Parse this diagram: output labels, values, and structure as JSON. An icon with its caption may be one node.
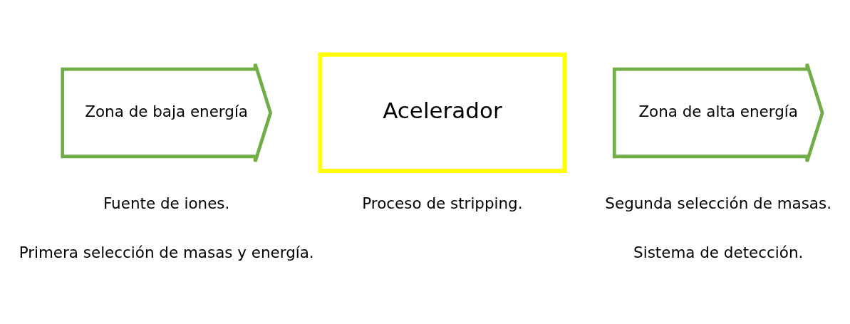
{
  "diagram": {
    "nodes": [
      {
        "text": [
          "Zona de baja energía"
        ],
        "beside": [
          "Fuente de iones.",
          "Primera selección de masas y energía."
        ]
      },
      {
        "text": [
          "Acelerador"
        ],
        "beside": [
          "Proceso de stripping."
        ]
      },
      {
        "text": [
          "Zona de alta energía"
        ],
        "beside": [
          "Segunda selección de masas.",
          "Sistema de detección."
        ]
      }
    ]
  }
}
